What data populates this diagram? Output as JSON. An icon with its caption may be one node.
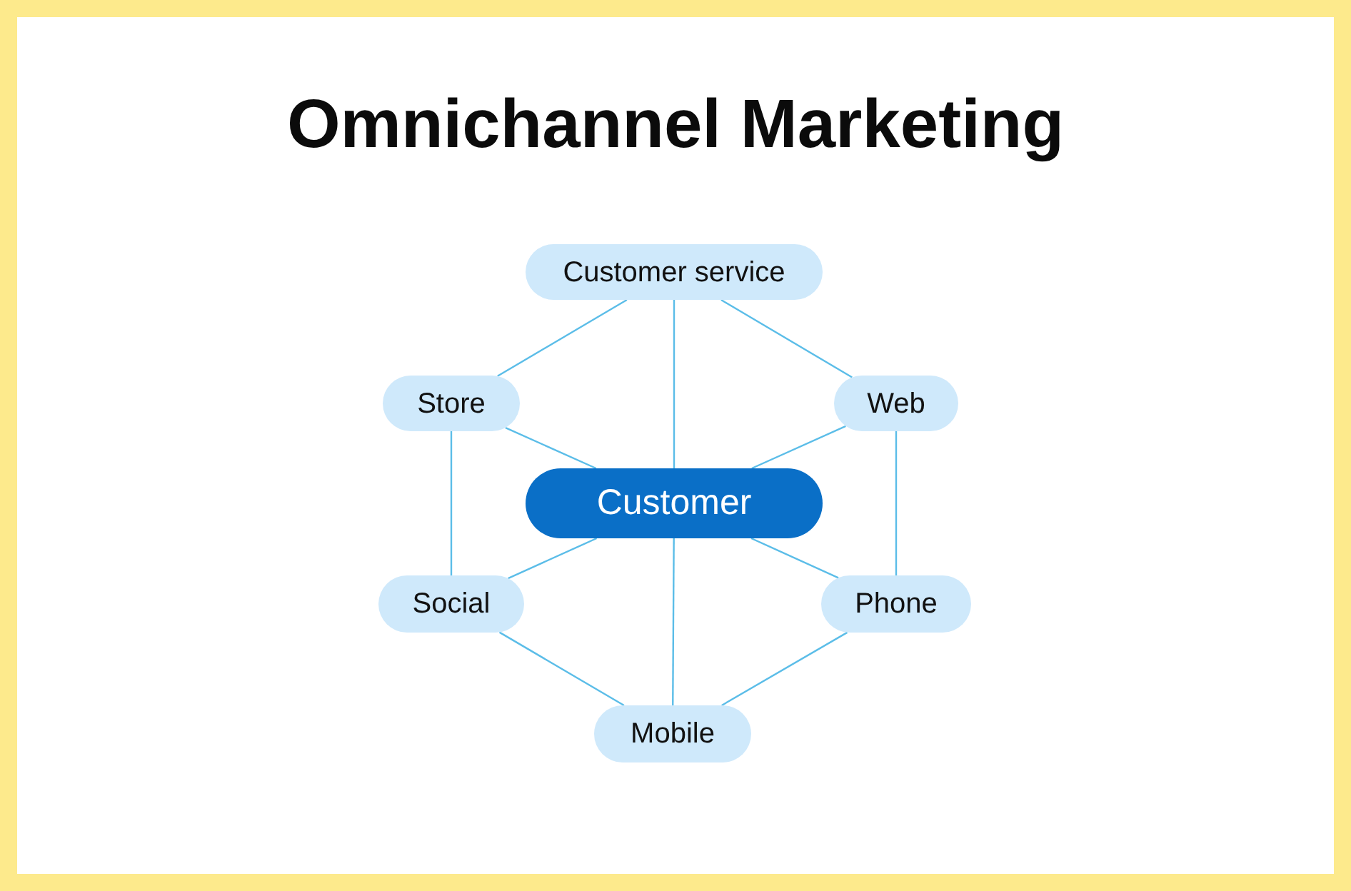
{
  "diagram": {
    "title": "Omnichannel Marketing",
    "nodes": [
      {
        "text": [
          "Customer service"
        ]
      },
      {
        "text": [
          "Store"
        ]
      },
      {
        "text": [
          "Web"
        ]
      },
      {
        "text": [
          "Customer"
        ]
      },
      {
        "text": [
          "Social"
        ]
      },
      {
        "text": [
          "Phone"
        ]
      },
      {
        "text": [
          "Mobile"
        ]
      }
    ],
    "edges": [
      {
        "from": 0,
        "to": 1,
        "arrow": "none"
      },
      {
        "from": 0,
        "to": 2,
        "arrow": "none"
      },
      {
        "from": 0,
        "to": 3,
        "arrow": "none"
      },
      {
        "from": 1,
        "to": 3,
        "arrow": "none"
      },
      {
        "from": 2,
        "to": 3,
        "arrow": "none"
      },
      {
        "from": 1,
        "to": 4,
        "arrow": "none"
      },
      {
        "from": 2,
        "to": 5,
        "arrow": "none"
      },
      {
        "from": 3,
        "to": 4,
        "arrow": "none"
      },
      {
        "from": 3,
        "to": 5,
        "arrow": "none"
      },
      {
        "from": 3,
        "to": 6,
        "arrow": "none"
      },
      {
        "from": 4,
        "to": 6,
        "arrow": "none"
      },
      {
        "from": 5,
        "to": 6,
        "arrow": "none"
      }
    ]
  }
}
